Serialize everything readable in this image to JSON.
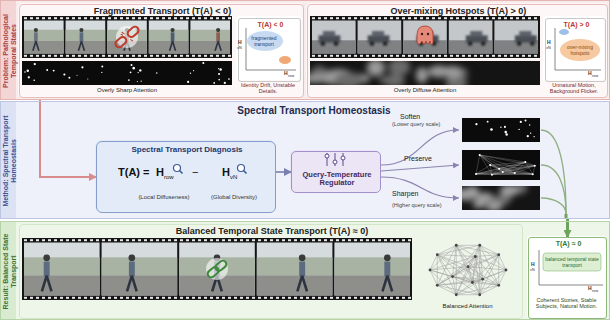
{
  "diagram": {
    "nodes": [
      {
        "text": [
          "Problem: Pathological Temporal States"
        ]
      },
      {
        "text": [
          "Fragmented Transport (T(A) < 0)"
        ],
        "in": 0
      },
      {
        "text": [
          "T(A) < 0"
        ],
        "in": 1
      },
      {
        "text": [
          "Over-mixing Hotspots (T(A) > 0)"
        ],
        "in": 0
      },
      {
        "text": [
          "T(A) > 0"
        ],
        "in": 3
      },
      {
        "text": [
          "Method: Spectral Transport Homeostasis",
          "Spectral Transport Homeostasis"
        ]
      },
      {
        "text": [
          "Spectral Transport Diagnosis",
          "T(A) =",
          "H",
          "row",
          "−",
          "H",
          "vN",
          "(Local Diffuseness)",
          "(Global Diversity)"
        ],
        "in": 5
      },
      {
        "text": [
          "Query-Temperature Regulator"
        ],
        "in": 5
      },
      {
        "text": [
          "Result: Balanced State Transport"
        ]
      },
      {
        "text": [
          "Balanced Temporal State Transport (T(A) ≈ 0)"
        ],
        "in": 8
      },
      {
        "text": [
          "T(A) ≈ 0"
        ],
        "in": 8
      }
    ],
    "edges": [
      {
        "from": 0,
        "to": 6,
        "arrow": "to"
      },
      {
        "from": 6,
        "to": 7,
        "arrow": "to"
      },
      {
        "from": 5,
        "to": 10,
        "arrow": "to"
      }
    ],
    "labels": [
      "fragmented transport",
      "H",
      "vN",
      "H",
      "row",
      "Overly Sharp Attention",
      "Identity Drift, Unstable Details.",
      "over-mixing hotspots",
      "H",
      "vN",
      "H",
      "row",
      "Overly Diffuse Attention",
      "Unnatural Motion, Background Flicker.",
      "Soften",
      "(Lower query scale)",
      "Preserve",
      "Sharpen",
      "(Higher query scale)",
      "balanced temporal state transport",
      "H",
      "vN",
      "H",
      "row",
      "Balanced Attention",
      "Coherent Stories, Stable Subjects, Natural Motion."
    ]
  }
}
